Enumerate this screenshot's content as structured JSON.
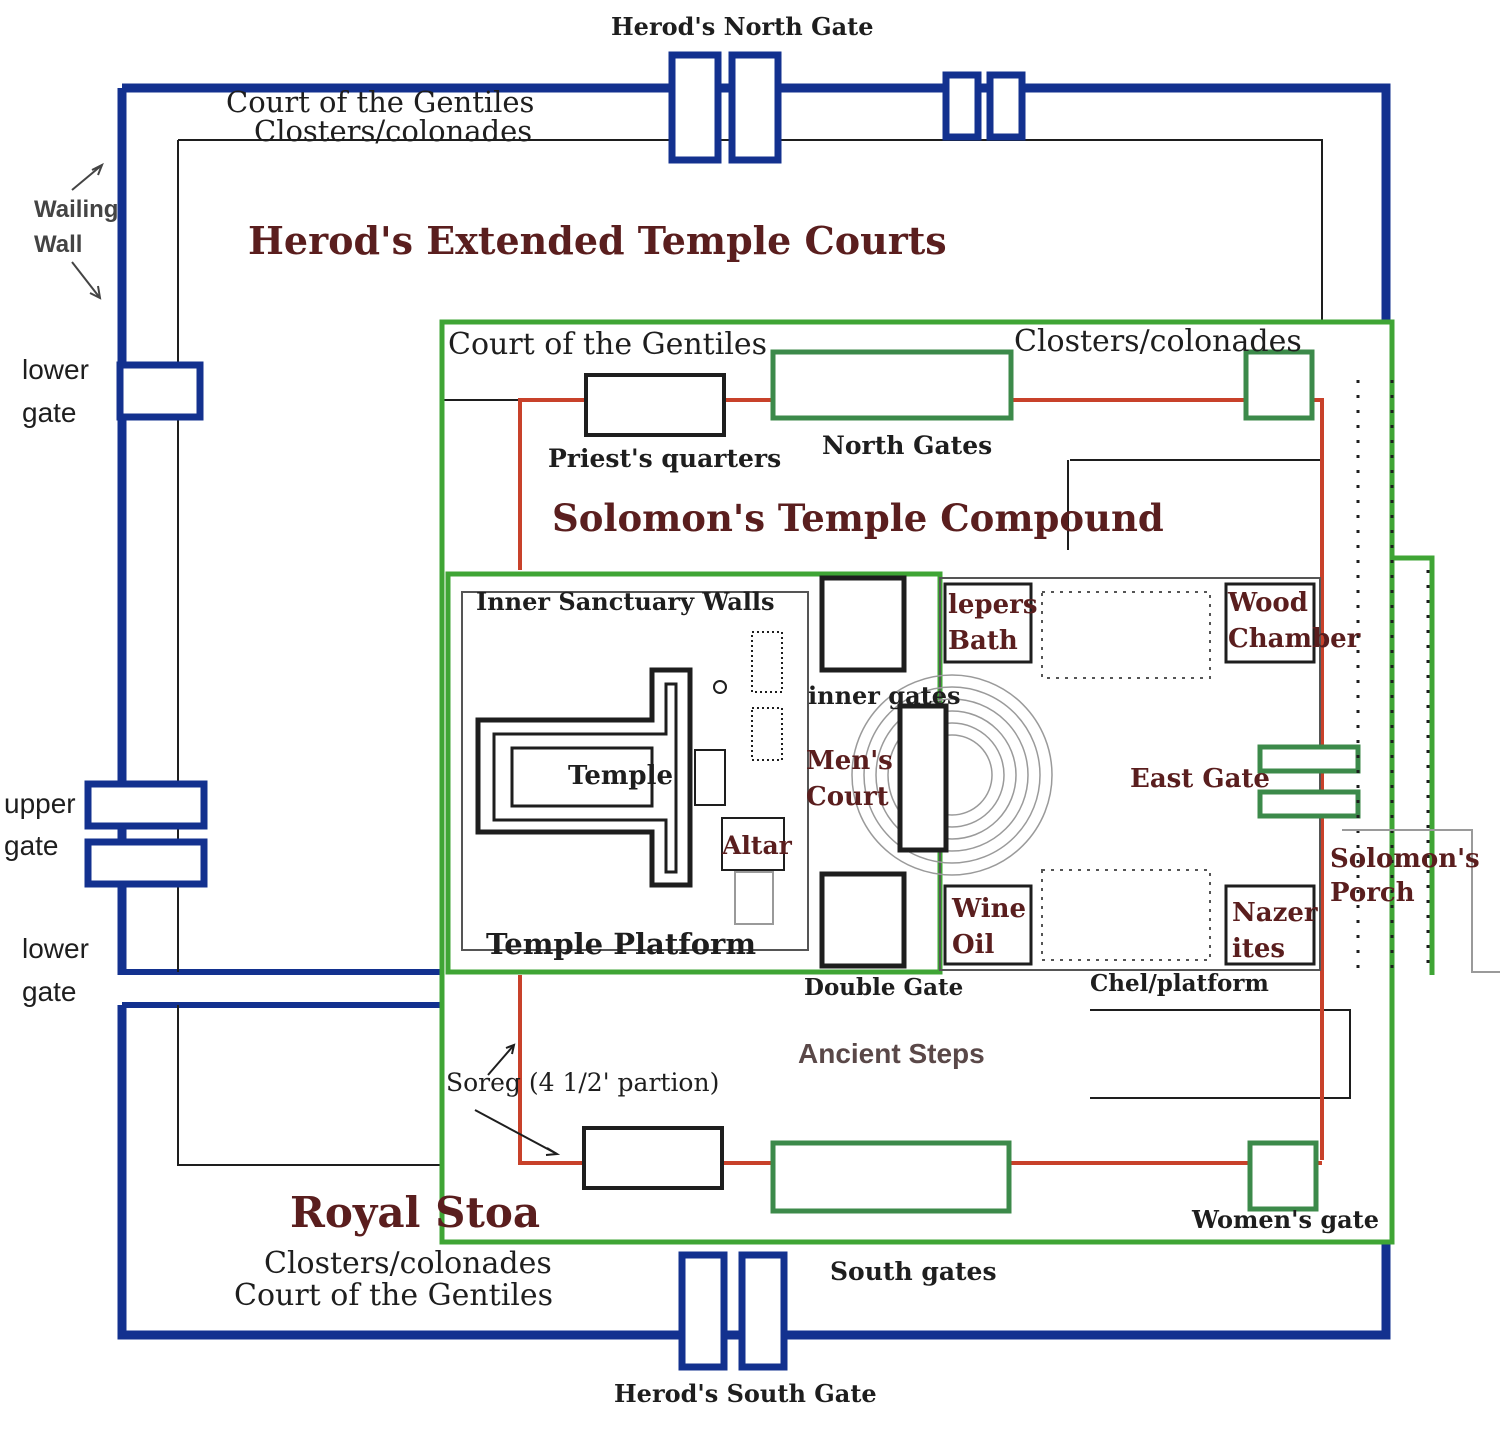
{
  "diagram": {
    "title": "Herod's Extended Temple Courts",
    "herod_enclosure": {
      "north_gate": "Herod's North Gate",
      "south_gate": "Herod's South Gate",
      "north_court": "Court of the Gentiles",
      "north_cloisters": "Closters/colonades",
      "wailing_wall": [
        "Wailing",
        "Wall"
      ],
      "west_gates": {
        "lower_gate_1": [
          "lower",
          "gate"
        ],
        "upper_gate": [
          "upper",
          "gate"
        ],
        "lower_gate_2": [
          "lower",
          "gate"
        ]
      },
      "royal_stoa": "Royal Stoa",
      "south_cloisters": "Closters/colonades",
      "south_court": "Court of the Gentiles"
    },
    "solomon_compound": {
      "title": "Solomon's Temple Compound",
      "court": "Court of the Gentiles",
      "cloisters": "Closters/colonades",
      "priests_quarters": "Priest's quarters",
      "north_gates": "North Gates",
      "south_gates": "South gates",
      "east_gate": "East Gate",
      "womens_gate": "Women's gate",
      "solomons_porch": [
        "Solomon's",
        "Porch"
      ],
      "ancient_steps": "Ancient Steps",
      "soreg": "Soreg (4 1/2' partion)",
      "chel": "Chel/platform",
      "double_gate": "Double Gate"
    },
    "inner_sanctuary": {
      "walls": "Inner Sanctuary Walls",
      "temple": "Temple",
      "altar": "Altar",
      "platform": "Temple Platform",
      "inner_gates": "inner gates",
      "mens_court": [
        "Men's",
        "Court"
      ],
      "lepers_bath": [
        "lepers",
        "Bath"
      ],
      "wood_chamber": [
        "Wood",
        "Chamber"
      ],
      "wine_oil": [
        "Wine",
        "Oil"
      ],
      "nazerites": [
        "Nazer",
        "ites"
      ]
    }
  },
  "colors": {
    "herod_wall": "#13318f",
    "compound_wall": "#3fa535",
    "soreg_line": "#c8412a",
    "ink": "#1e1e1e",
    "label_maroon": "#5a1e1e",
    "gate_green": "#3c8a4a"
  }
}
